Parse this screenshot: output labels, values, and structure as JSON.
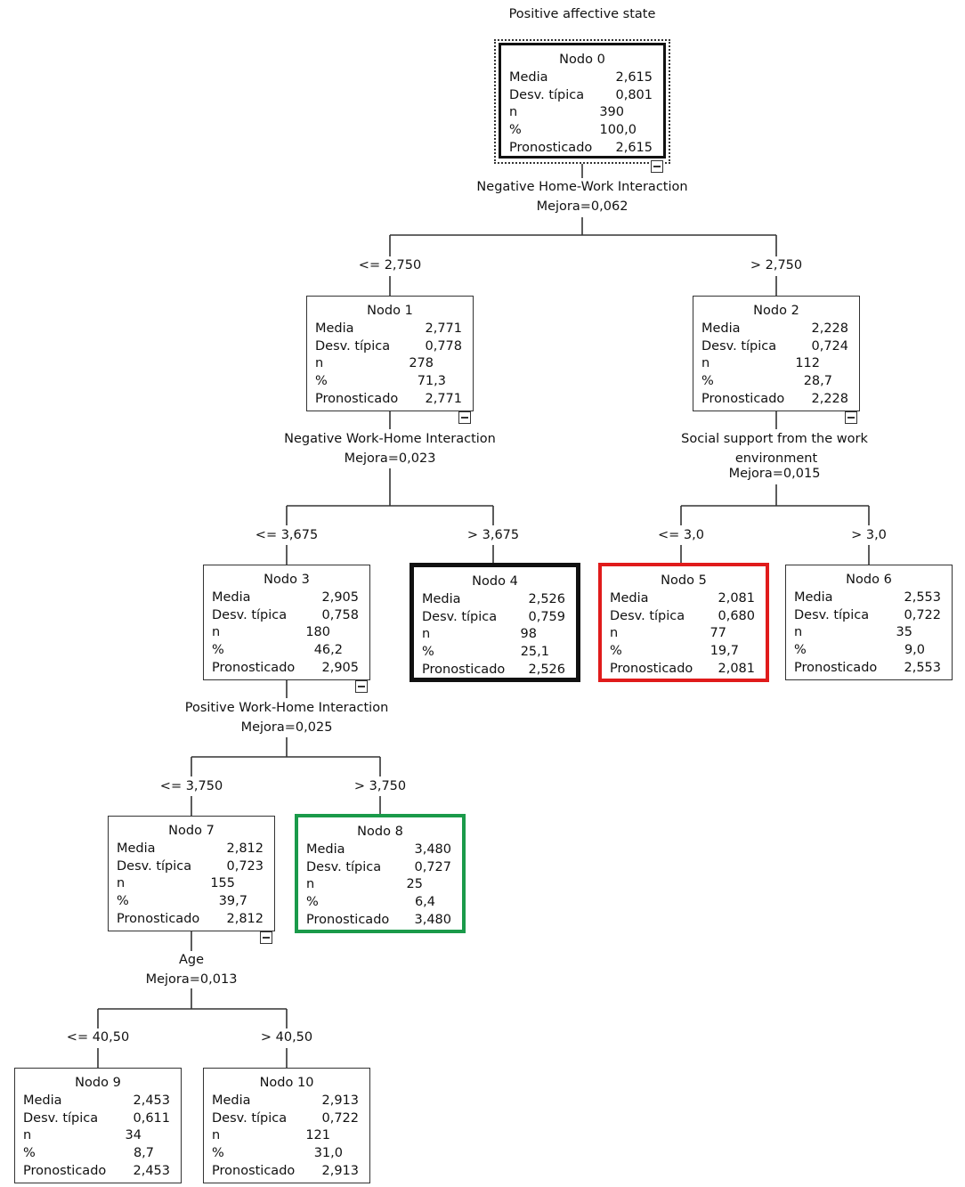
{
  "title": "Positive affective state",
  "stat_labels": [
    "Media",
    "Desv. típica",
    "n",
    "%",
    "Pronosticado"
  ],
  "colors": {
    "line": "#333333",
    "black": "#111111",
    "red": "#e01b1b",
    "green": "#1a9a4a"
  },
  "nodes": {
    "n0": {
      "title": "Nodo 0",
      "values": [
        "2,615",
        "0,801",
        "390",
        "100,0",
        "2,615"
      ]
    },
    "n1": {
      "title": "Nodo 1",
      "values": [
        "2,771",
        "0,778",
        "278",
        "71,3",
        "2,771"
      ]
    },
    "n2": {
      "title": "Nodo 2",
      "values": [
        "2,228",
        "0,724",
        "112",
        "28,7",
        "2,228"
      ]
    },
    "n3": {
      "title": "Nodo 3",
      "values": [
        "2,905",
        "0,758",
        "180",
        "46,2",
        "2,905"
      ]
    },
    "n4": {
      "title": "Nodo 4",
      "values": [
        "2,526",
        "0,759",
        "98",
        "25,1",
        "2,526"
      ]
    },
    "n5": {
      "title": "Nodo 5",
      "values": [
        "2,081",
        "0,680",
        "77",
        "19,7",
        "2,081"
      ]
    },
    "n6": {
      "title": "Nodo 6",
      "values": [
        "2,553",
        "0,722",
        "35",
        "9,0",
        "2,553"
      ]
    },
    "n7": {
      "title": "Nodo 7",
      "values": [
        "2,812",
        "0,723",
        "155",
        "39,7",
        "2,812"
      ]
    },
    "n8": {
      "title": "Nodo 8",
      "values": [
        "3,480",
        "0,727",
        "25",
        "6,4",
        "3,480"
      ]
    },
    "n9": {
      "title": "Nodo 9",
      "values": [
        "2,453",
        "0,611",
        "34",
        "8,7",
        "2,453"
      ]
    },
    "n10": {
      "title": "Nodo 10",
      "values": [
        "2,913",
        "0,722",
        "121",
        "31,0",
        "2,913"
      ]
    }
  },
  "splits": {
    "s0": {
      "variable": "Negative Home-Work Interaction",
      "improvement": "Mejora=0,062",
      "left": "<= 2,750",
      "right": "> 2,750"
    },
    "s1": {
      "variable": "Negative Work-Home Interaction",
      "improvement": "Mejora=0,023",
      "left": "<= 3,675",
      "right": "> 3,675"
    },
    "s2": {
      "variable": "Social support from the work",
      "variable2": "environment",
      "improvement": "Mejora=0,015",
      "left": "<= 3,0",
      "right": "> 3,0"
    },
    "s3": {
      "variable": "Positive Work-Home Interaction",
      "improvement": "Mejora=0,025",
      "left": "<= 3,750",
      "right": "> 3,750"
    },
    "s7": {
      "variable": "Age",
      "improvement": "Mejora=0,013",
      "left": "<= 40,50",
      "right": "> 40,50"
    }
  }
}
